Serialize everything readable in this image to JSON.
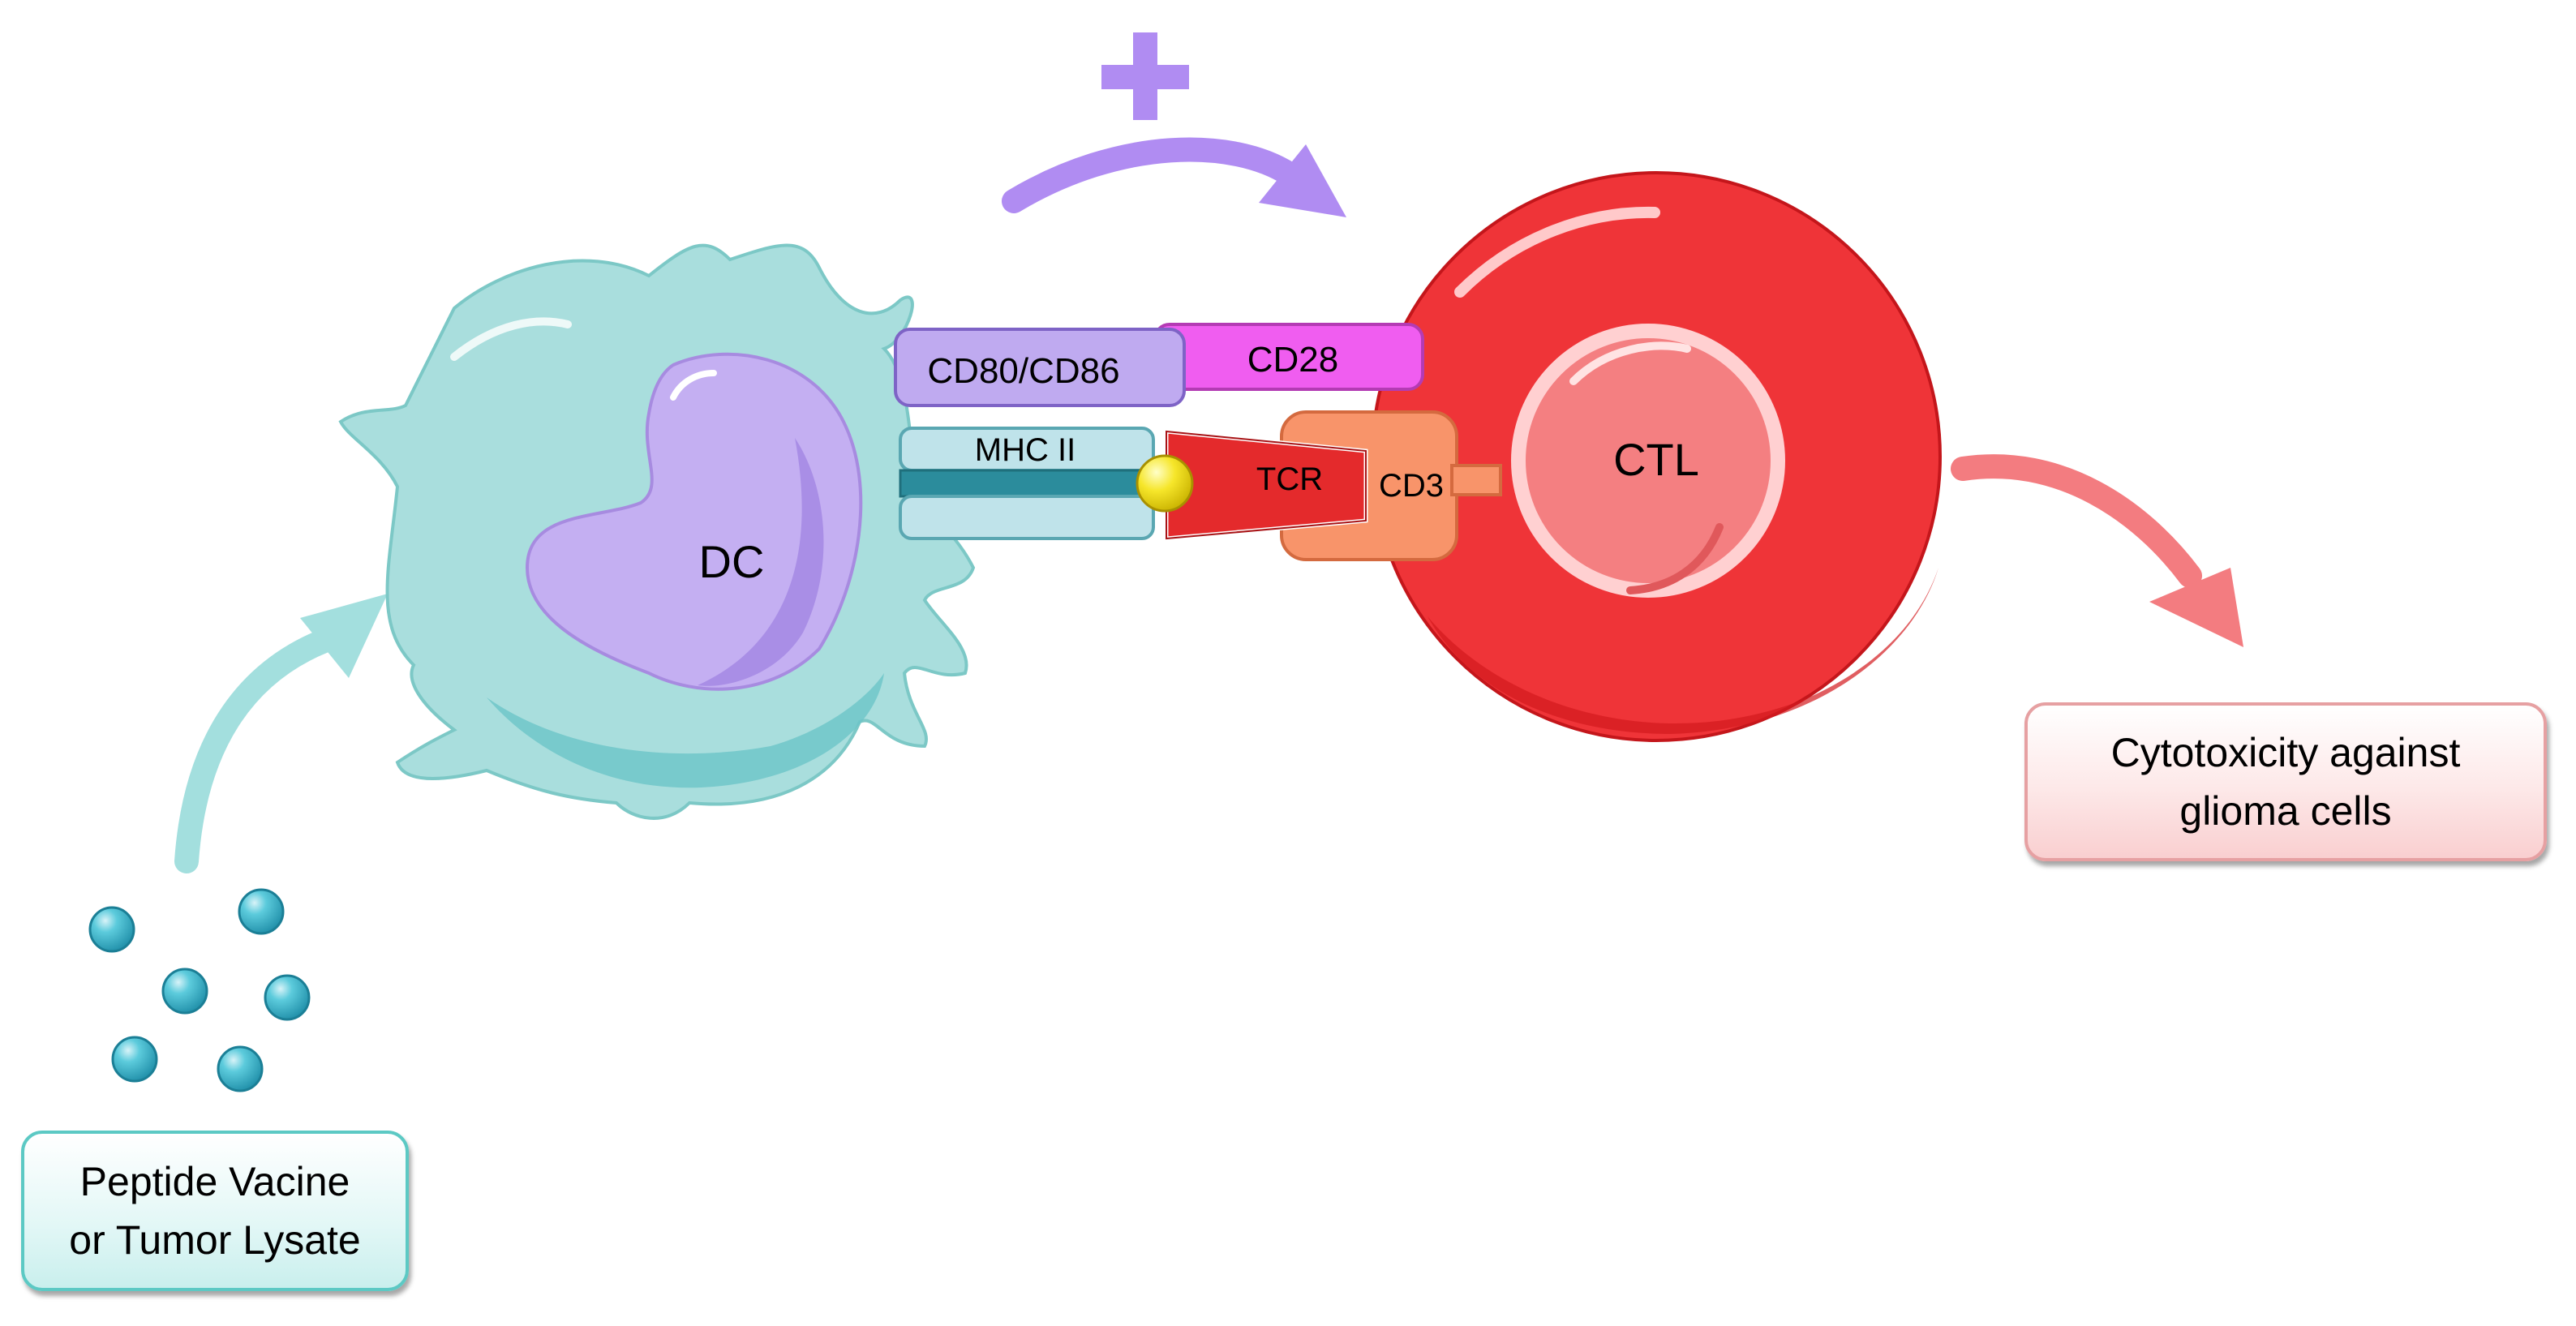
{
  "labels": {
    "dc": "DC",
    "ctl": "CTL",
    "cd80_cd86": "CD80/CD86",
    "cd28": "CD28",
    "mhc_ii": "MHC II",
    "tcr": "TCR",
    "cd3": "CD3",
    "plus_sign": "+"
  },
  "boxes": {
    "peptide": "Peptide Vacine\nor Tumor Lysate",
    "cytotoxicity": "Cytotoxicity against\nglioma cells"
  },
  "colors": {
    "dc_cell": "#a9dedd",
    "dc_nucleus": "#c4aff2",
    "ctl_cell": "#ef3438",
    "ctl_nucleus": "#f47f81",
    "cd80_cd86": "#bfaaf0",
    "cd28": "#f05df0",
    "mhc_ii": "#bfe3ea",
    "tcr": "#e42a2c",
    "cd3": "#f8946a",
    "peptide_sphere": "#35b6cc",
    "arrow_peptide": "#a3dfde",
    "arrow_plus": "#b08cf2",
    "arrow_output": "#f37c80"
  }
}
